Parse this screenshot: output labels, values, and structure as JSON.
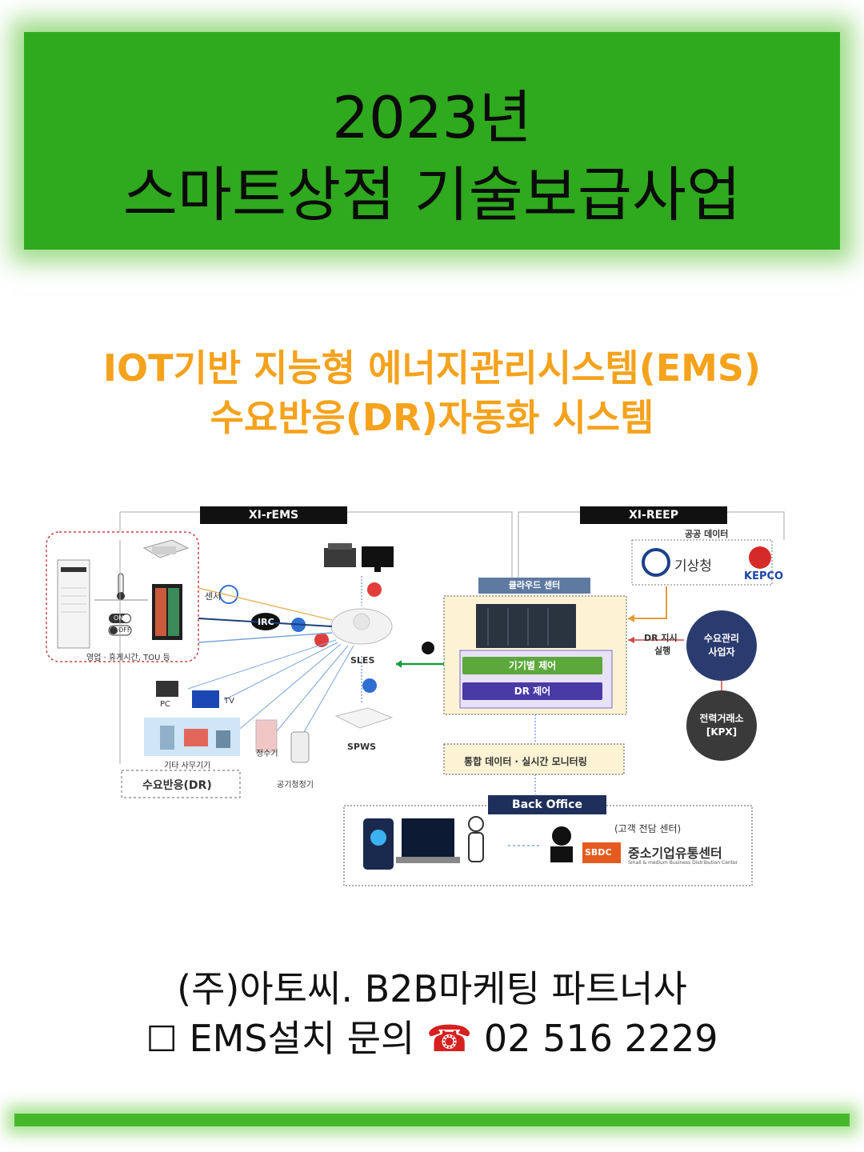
{
  "banner": {
    "line1": "2023년",
    "line2": "스마트상점 기술보급사업",
    "color": "#2fa91e"
  },
  "headline": {
    "line1": "IOT기반 지능형 에너지관리시스템(EMS)",
    "line2": "수요반응(DR)자동화 시스템",
    "color": "#f5a21c"
  },
  "diagram": {
    "left_header": "XI-rEMS",
    "right_header": "XI-REEP",
    "public_data": "공공 데이터",
    "kma": "기상청",
    "kepco": "KEPCO",
    "sensor": "센서",
    "irc": "IRC",
    "on": "ON",
    "off": "OFF",
    "store_caption": "영업 · 휴게시간, TOU 등",
    "sles": "SLES",
    "spws": "SPWS",
    "pc": "PC",
    "tv": "TV",
    "other_devices": "기타 사무기기",
    "water_purifier": "정수기",
    "air_purifier": "공기청정기",
    "dr_label": "수요반응(DR)",
    "cloud_center": "클라우드 센터",
    "device_control": "기기별 제어",
    "dr_control": "DR 제어",
    "integrated_data": "통합 데이터 · 실시간 모니터링",
    "dr_instruction": "DR 지시",
    "execution": "실행",
    "demand_manager": "수요관리\n사업자",
    "kpx": "전력거래소\n[KPX]",
    "back_office": "Back Office",
    "customer_center": "(고객 전담 센터)",
    "sbdc": "SBDC",
    "sbdc_name": "중소기업유통센터",
    "sbdc_en": "Small & medium Business Distribution Center"
  },
  "footer": {
    "line1": "(주)아토씨.  B2B마케팅 파트너사",
    "checkbox": "☐",
    "line2_text": "EMS설치 문의",
    "phone_icon": "☎",
    "phone_number": "02 516 2229"
  }
}
